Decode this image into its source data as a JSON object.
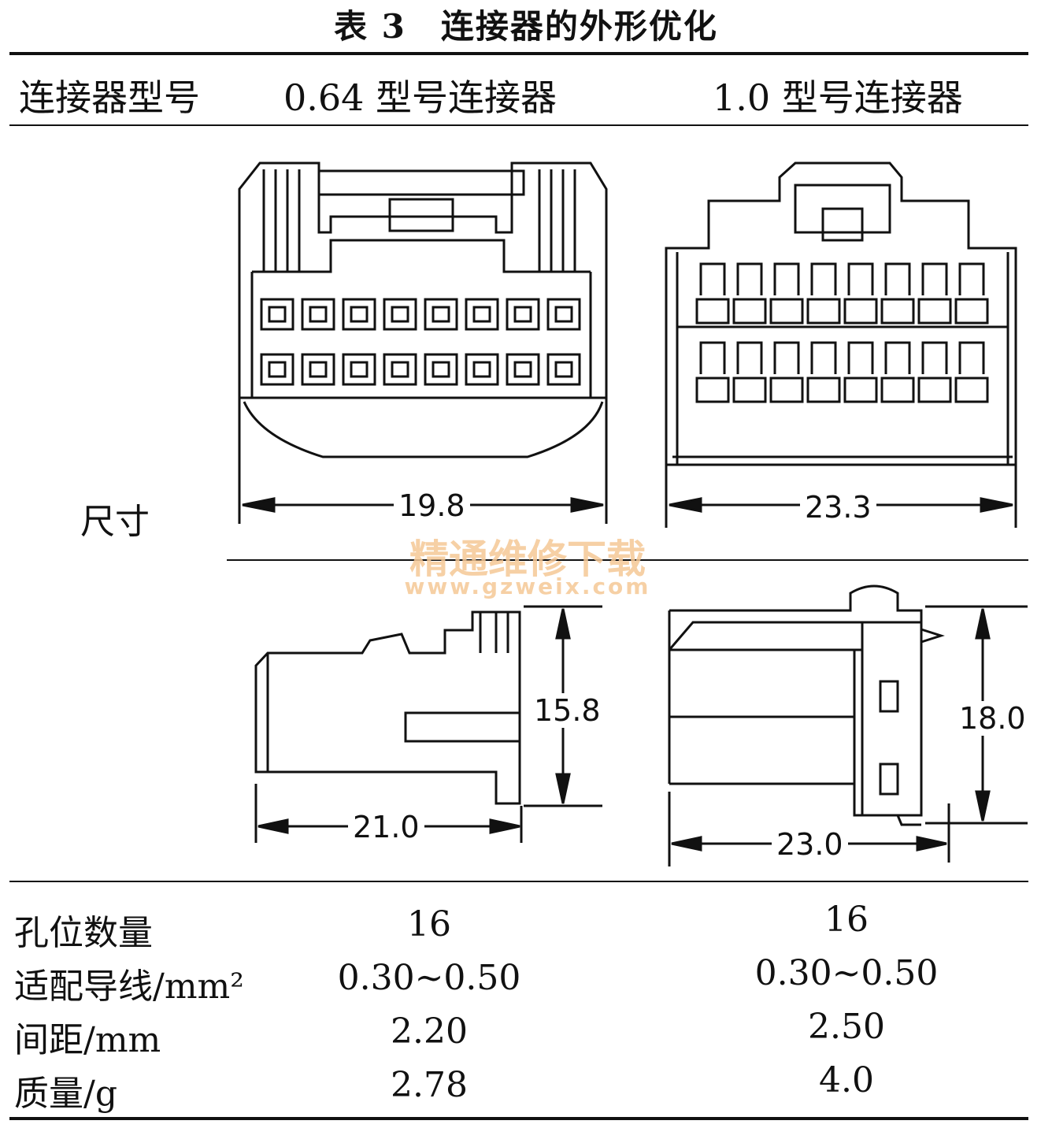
{
  "title": "表 3　连接器的外形优化",
  "header": {
    "col0": "连接器型号",
    "col1": "0.64 型号连接器",
    "col2": "1.0 型号连接器"
  },
  "size_row": {
    "label": "尺寸",
    "c064_front_width": "19.8",
    "c10_front_width": "23.3",
    "c064_side_height": "15.8",
    "c064_side_length": "21.0",
    "c10_side_height": "18.0",
    "c10_side_length": "23.0"
  },
  "watermark": {
    "cn": "精通维修下载",
    "url": "www.gzweix.com"
  },
  "rows": [
    {
      "label": "孔位数量",
      "v064": "16",
      "v10": "16"
    },
    {
      "label": "适配导线/mm²",
      "v064": "0.30~0.50",
      "v10": "0.30~0.50"
    },
    {
      "label": "间距/mm",
      "v064": "2.20",
      "v10": "2.50"
    },
    {
      "label": "质量/g",
      "v064": "2.78",
      "v10": "4.0"
    }
  ]
}
